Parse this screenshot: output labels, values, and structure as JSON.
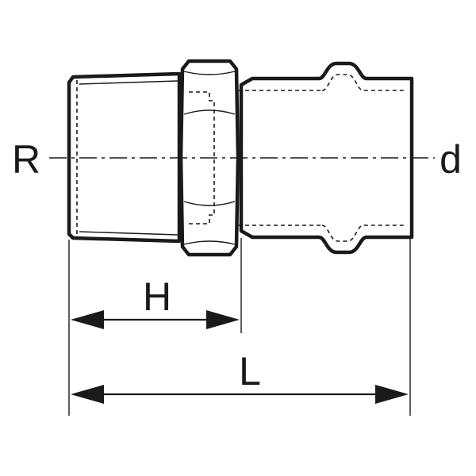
{
  "labels": {
    "thread_size": "R",
    "pipe_diameter": "d",
    "height": "H",
    "length": "L"
  }
}
